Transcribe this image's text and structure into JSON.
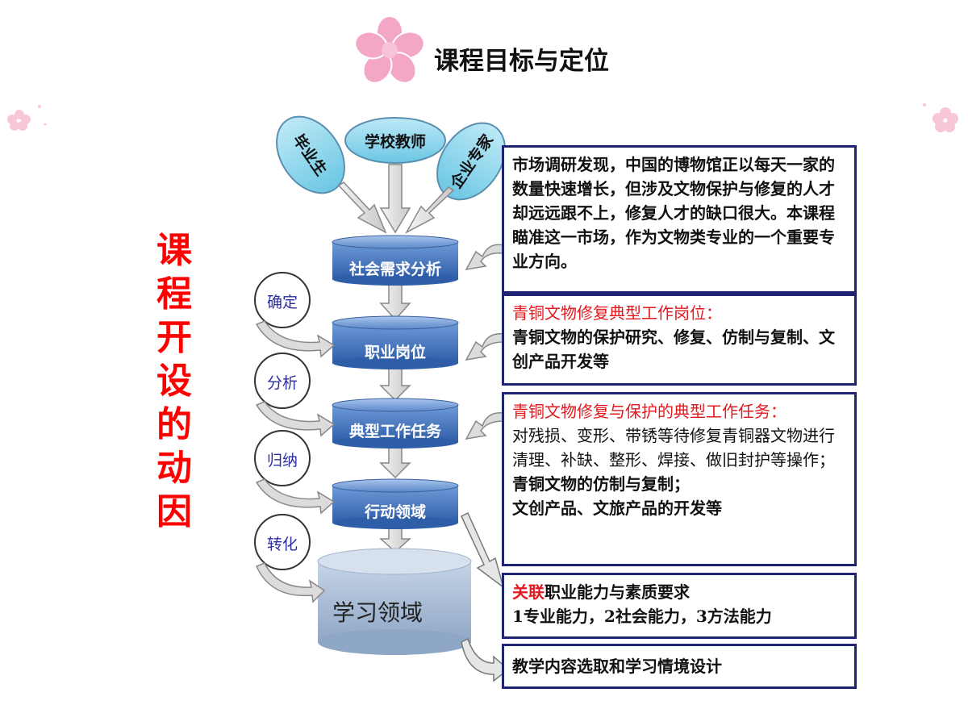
{
  "header": {
    "title": "课程目标与定位"
  },
  "side_title": [
    "课",
    "程",
    "开",
    "设",
    "的",
    "动",
    "因"
  ],
  "sources": {
    "graduate": "毕业生",
    "teacher": "学校教师",
    "expert": "企业专家"
  },
  "stages": {
    "demand": "社会需求分析",
    "position": "职业岗位",
    "task": "典型工作任务",
    "action": "行动领域",
    "learning": "学习领域"
  },
  "processes": {
    "confirm": "确定",
    "analyze": "分析",
    "induce": "归纳",
    "transform": "转化"
  },
  "boxes": {
    "market": "市场调研发现，中国的博物馆正以每天一家的数量快速增长，但涉及文物保护与修复的人才却远远跟不上，修复人才的缺口很大。本课程瞄准这一市场，作为文物类专业的一个重要专业方向。",
    "position_title": "青铜文物修复典型工作岗位：",
    "position_body": "青铜文物的保护研究、修复、仿制与复制、文创产品开发等",
    "task_title": "青铜文物修复与保护的典型工作任务：",
    "task_body": "对残损、变形、带锈等待修复青铜器文物进行清理、补缺、整形、焊接、做旧封护等操作；",
    "task_line2": "青铜文物的仿制与复制；",
    "task_line3": "文创产品、文旅产品的开发等",
    "ability_red": "关联",
    "ability_rest": "职业能力与素质要求",
    "ability_line2": "1专业能力，2社会能力，3方法能力",
    "teaching": "教学内容选取和学习情境设计"
  },
  "colors": {
    "accent_red": "#e3191f",
    "box_border": "#1f2373",
    "drum_blue": "#3f6eb5",
    "ellipse_cyan": "#8fd6ec",
    "flower_pink": "#f4a6c6"
  }
}
